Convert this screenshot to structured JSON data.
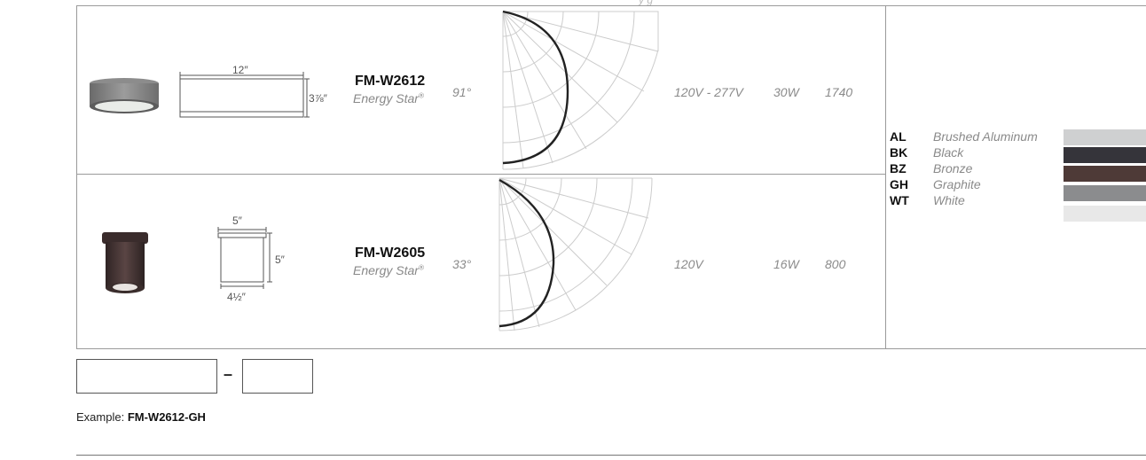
{
  "header_fragment": "y                    g",
  "rows": [
    {
      "model": "FM-W2612",
      "certification": "Energy Star",
      "certification_mark": "®",
      "width_label": "12″",
      "height_label": "3⅞″",
      "beam_angle": "91°",
      "voltage": "120V - 277V",
      "wattage": "30W",
      "lumens": "1740"
    },
    {
      "model": "FM-W2605",
      "certification": "Energy Star",
      "certification_mark": "®",
      "width_label": "5″",
      "height_label": "5″",
      "base_label": "4½″",
      "beam_angle": "33°",
      "voltage": "120V",
      "wattage": "16W",
      "lumens": "800"
    }
  ],
  "finishes": [
    {
      "code": "AL",
      "name": "Brushed Aluminum",
      "color": "#cfd0d1"
    },
    {
      "code": "BK",
      "name": "Black",
      "color": "#35343a"
    },
    {
      "code": "BZ",
      "name": "Bronze",
      "color": "#4e3a37"
    },
    {
      "code": "GH",
      "name": "Graphite",
      "color": "#8b8c8e"
    },
    {
      "code": "WT",
      "name": "White",
      "color": "#e8e8e8"
    }
  ],
  "ordering": {
    "separator": "–",
    "example_prefix": "Example:",
    "example_value": "FM-W2612-GH"
  }
}
